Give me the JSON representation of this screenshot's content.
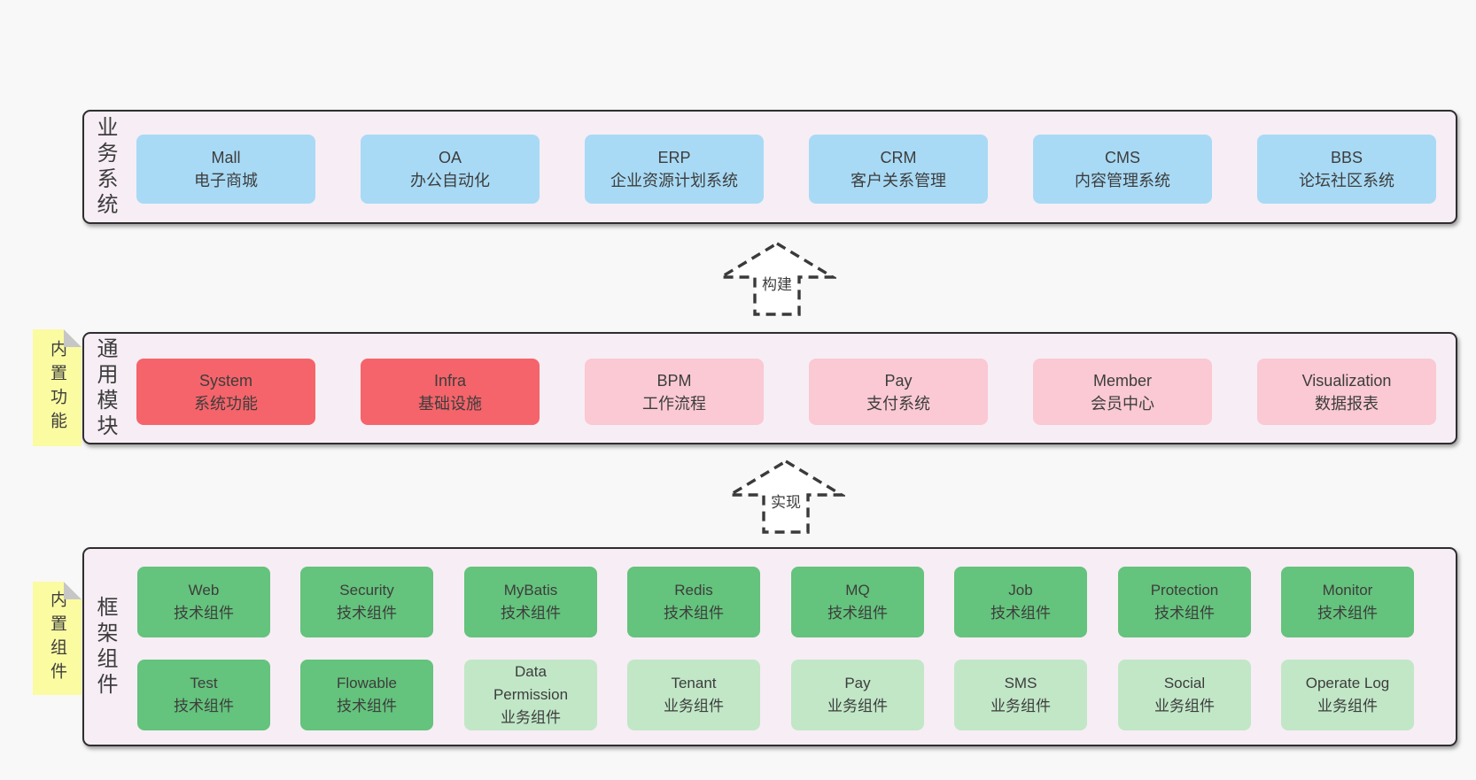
{
  "colors": {
    "page_bg": "#f8f8f8",
    "container_bg": "#f7edf5",
    "container_border": "#2e2e2e",
    "box_blue": "#a8daf5",
    "box_red": "#f5646a",
    "box_pink": "#fac9d3",
    "box_green_dark": "#64c37c",
    "box_green_light": "#c1e7c7",
    "note_yellow": "#fbfba2",
    "note_fold_gray": "#c6c6c6",
    "text": "#3d3d3d"
  },
  "sections": {
    "business": {
      "label": "业务系统",
      "boxes": [
        {
          "en": "Mall",
          "zh": "电子商城"
        },
        {
          "en": "OA",
          "zh": "办公自动化"
        },
        {
          "en": "ERP",
          "zh": "企业资源计划系统"
        },
        {
          "en": "CRM",
          "zh": "客户关系管理"
        },
        {
          "en": "CMS",
          "zh": "内容管理系统"
        },
        {
          "en": "BBS",
          "zh": "论坛社区系统"
        }
      ]
    },
    "modules": {
      "label": "通用模块",
      "note": "内置功能",
      "boxes": [
        {
          "en": "System",
          "zh": "系统功能"
        },
        {
          "en": "Infra",
          "zh": "基础设施"
        },
        {
          "en": "BPM",
          "zh": "工作流程"
        },
        {
          "en": "Pay",
          "zh": "支付系统"
        },
        {
          "en": "Member",
          "zh": "会员中心"
        },
        {
          "en": "Visualization",
          "zh": "数据报表"
        }
      ]
    },
    "components": {
      "label": "框架组件",
      "note": "内置组件",
      "rows": [
        [
          {
            "en": "Web",
            "zh": "技术组件"
          },
          {
            "en": "Security",
            "zh": "技术组件"
          },
          {
            "en": "MyBatis",
            "zh": "技术组件"
          },
          {
            "en": "Redis",
            "zh": "技术组件"
          },
          {
            "en": "MQ",
            "zh": "技术组件"
          },
          {
            "en": "Job",
            "zh": "技术组件"
          },
          {
            "en": "Protection",
            "zh": "技术组件"
          },
          {
            "en": "Monitor",
            "zh": "技术组件"
          }
        ],
        [
          {
            "en": "Test",
            "zh": "技术组件"
          },
          {
            "en": "Flowable",
            "zh": "技术组件"
          },
          {
            "en": "Data Permission",
            "zh": "业务组件"
          },
          {
            "en": "Tenant",
            "zh": "业务组件"
          },
          {
            "en": "Pay",
            "zh": "业务组件"
          },
          {
            "en": "SMS",
            "zh": "业务组件"
          },
          {
            "en": "Social",
            "zh": "业务组件"
          },
          {
            "en": "Operate Log",
            "zh": "业务组件"
          }
        ]
      ]
    }
  },
  "arrows": {
    "build": "构建",
    "implement": "实现"
  }
}
